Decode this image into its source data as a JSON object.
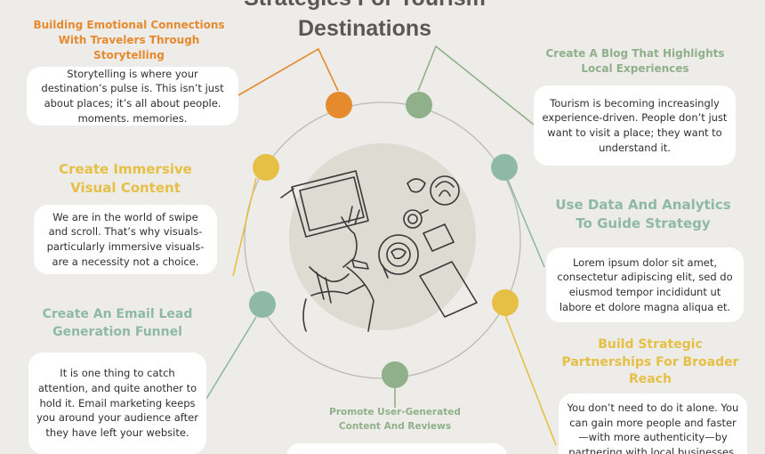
{
  "title": {
    "line1": "Strategies For Tourism",
    "line2": "Destinations"
  },
  "colors": {
    "background": "#eeece9",
    "orange": "#e68a2e",
    "gold": "#e6bf45",
    "sage": "#8fb08a",
    "teal": "#8eb9a8",
    "center_circle": "#dedbd3",
    "outline": "#3a3a3a"
  },
  "center_illustration": "person-at-laptop-with-coffee-icon",
  "strategies": [
    {
      "heading_lines": [
        "Building Emotional Connections",
        "With Travelers Through",
        "Storytelling"
      ],
      "body": "Storytelling is where your destination’s pulse is. This isn’t just about places; it’s all about people. moments. memories."
    },
    {
      "heading_lines": [
        "Create A Blog That Highlights",
        "Local Experiences"
      ],
      "body": "Tourism is becoming increasingly experience-driven. People don’t just want to visit a place; they want to understand it."
    },
    {
      "heading_lines": [
        "Create Immersive",
        "Visual Content"
      ],
      "body": "We are in the world of swipe and scroll. That’s why visuals-particularly immersive visuals-are a necessity not a choice."
    },
    {
      "heading_lines": [
        "Use Data And Analytics",
        "To Guide Strategy"
      ],
      "body": "Lorem ipsum dolor sit amet, consectetur adipiscing elit, sed do eiusmod tempor incididunt ut labore et dolore magna aliqua et."
    },
    {
      "heading_lines": [
        "Create An Email Lead",
        "Generation Funnel"
      ],
      "body": "It is one thing to catch attention, and quite another to hold it. Email marketing keeps you around your audience after they have left your website."
    },
    {
      "heading_lines": [
        "Build Strategic",
        "Partnerships For Broader",
        "Reach"
      ],
      "body": "You don’t need to do it alone. You can gain more people and faster—with more authenticity—by partnering with local businesses,"
    },
    {
      "heading_lines": [
        "Promote User-Generated",
        "Content And Reviews"
      ],
      "body": ""
    }
  ]
}
